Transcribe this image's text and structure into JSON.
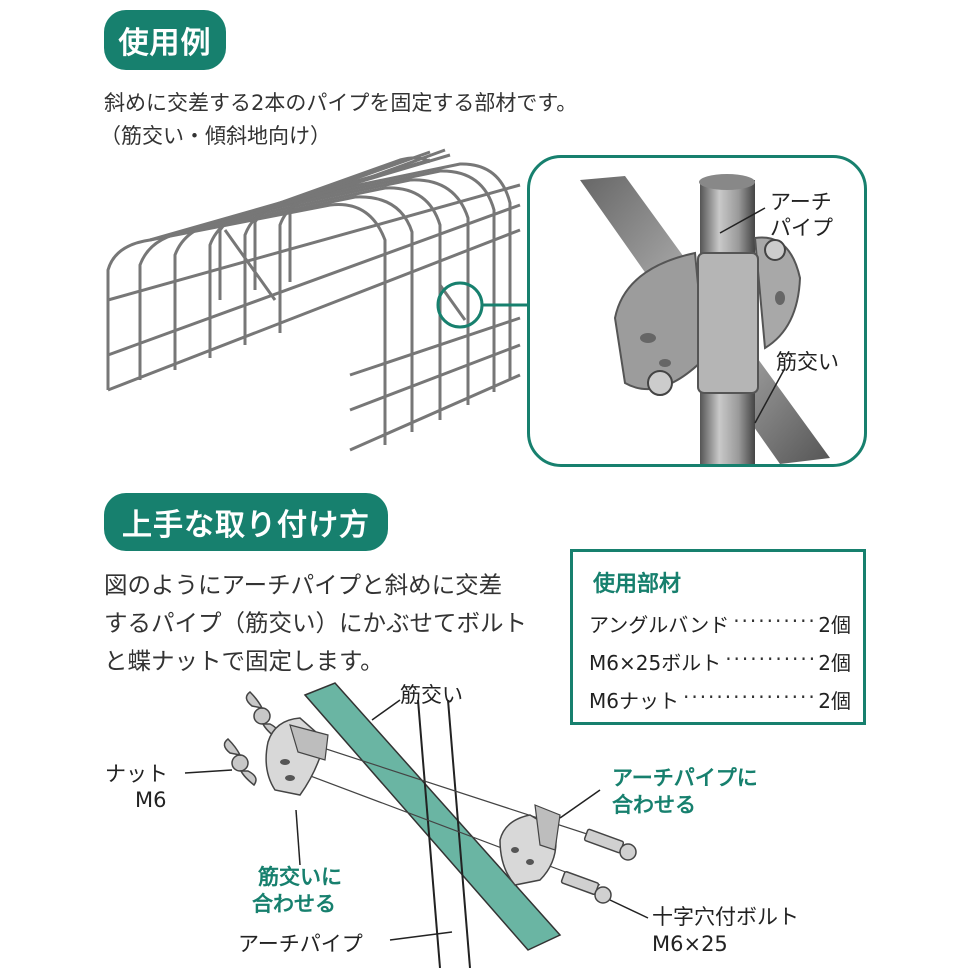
{
  "section1": {
    "title": "使用例",
    "desc_line1": "斜めに交差する2本のパイプを固定する部材です。",
    "desc_line2": "（筋交い・傾斜地向け）"
  },
  "detail": {
    "label_arch_line1": "アーチ",
    "label_arch_line2": "パイプ",
    "label_brace": "筋交い"
  },
  "section2": {
    "title": "上手な取り付け方",
    "desc_line1": "図のようにアーチパイプと斜めに交差",
    "desc_line2": "するパイプ（筋交い）にかぶせてボルト",
    "desc_line3": "と蝶ナットで固定します。"
  },
  "parts": {
    "title": "使用部材",
    "items": [
      {
        "name": "アングルバンド",
        "qty": "2個"
      },
      {
        "name": "M6×25ボルト",
        "qty": "2個"
      },
      {
        "name": "M6ナット",
        "qty": "2個"
      }
    ]
  },
  "assembly": {
    "label_brace": "筋交い",
    "label_nut_line1": "ナット",
    "label_nut_line2": "M6",
    "label_match_arch_line1": "アーチパイプに",
    "label_match_arch_line2": "合わせる",
    "label_match_brace_line1": "筋交いに",
    "label_match_brace_line2": "合わせる",
    "label_arch_pipe": "アーチパイプ",
    "label_bolt_line1": "十字穴付ボルト",
    "label_bolt_line2": "M6×25"
  },
  "colors": {
    "accent": "#17806e",
    "brace_fill": "#6ab5a3"
  }
}
